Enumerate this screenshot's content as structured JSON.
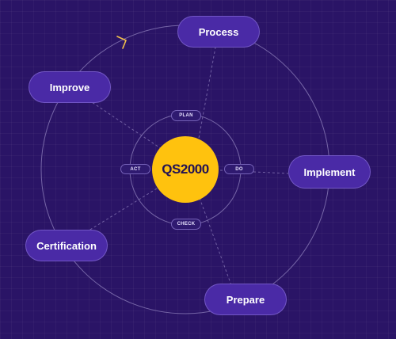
{
  "center": {
    "label": "QS2000"
  },
  "outer_steps": [
    {
      "id": "process",
      "label": "Process"
    },
    {
      "id": "implement",
      "label": "Implement"
    },
    {
      "id": "prepare",
      "label": "Prepare"
    },
    {
      "id": "certification",
      "label": "Certification"
    },
    {
      "id": "improve",
      "label": "Improve"
    }
  ],
  "inner_steps": [
    {
      "id": "plan",
      "label": "PLAN"
    },
    {
      "id": "do",
      "label": "DO"
    },
    {
      "id": "check",
      "label": "CHECK"
    },
    {
      "id": "act",
      "label": "ACT"
    }
  ],
  "colors": {
    "background": "#2a1466",
    "pill": "#4a2aa6",
    "center": "#ffc20e",
    "arrow": "#f5c24a",
    "ring": "#8a7ab8"
  }
}
